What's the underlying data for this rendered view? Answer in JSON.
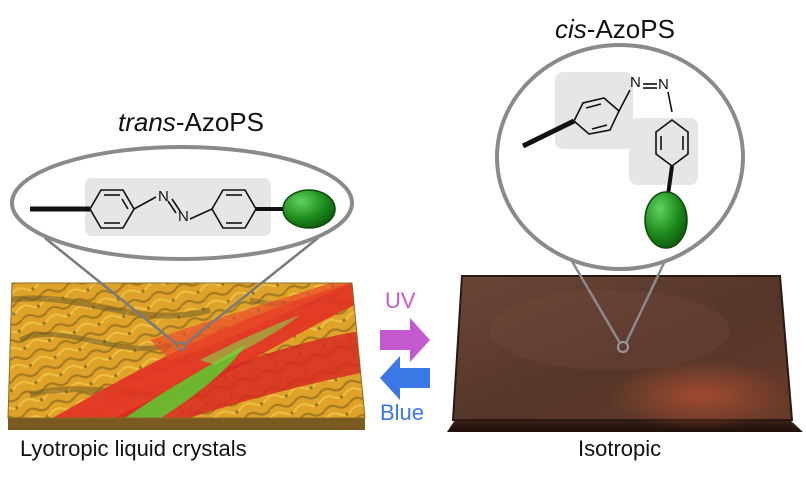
{
  "left_panel": {
    "title_prefix": "trans",
    "title_suffix": "-AzoPS",
    "caption": "Lyotropic liquid crystals",
    "azo_label": "N",
    "colors": {
      "texture_base": "#e3a72a",
      "texture_red": "#e23324",
      "texture_green": "#62c430",
      "ellipse_fill": "#ececec",
      "bead": "#1e8c1e"
    }
  },
  "right_panel": {
    "title_prefix": "cis",
    "title_suffix": "-AzoPS",
    "caption": "Isotropic",
    "azo_label": "N",
    "colors": {
      "film": "#5a3a2c",
      "film_edge": "#2a1812",
      "bead": "#1e8c1e"
    }
  },
  "switch": {
    "forward_label": "UV",
    "reverse_label": "Blue",
    "colors": {
      "uv": "#c45ad0",
      "blue": "#3a78e6"
    }
  }
}
